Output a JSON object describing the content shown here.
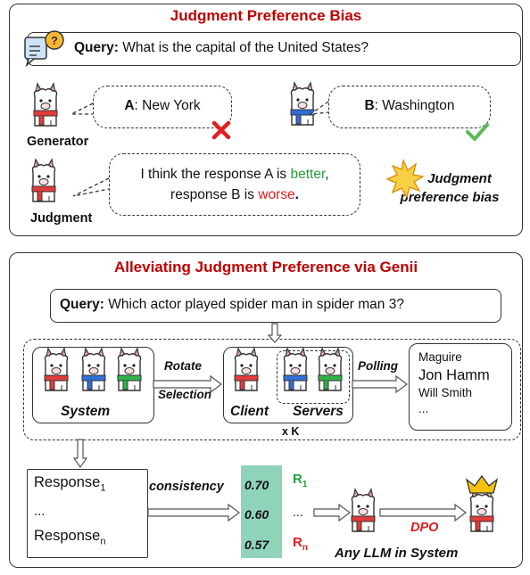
{
  "top": {
    "title": "Judgment Preference Bias",
    "query_label": "Query:",
    "query_text": " What is the capital of the United States?",
    "answer_a_label": "A",
    "answer_a_text": ": New York",
    "answer_b_label": "B",
    "answer_b_text": ": Washington",
    "generator_label": "Generator",
    "judgment_label": "Judgment",
    "judge_line1_prefix": "I think the response A is ",
    "judge_line1_word": "better",
    "judge_line1_suffix": ",",
    "judge_line2_prefix": "response B is ",
    "judge_line2_word": "worse",
    "judge_line2_suffix": ".",
    "bias_line1": "Judgment",
    "bias_line2": "preference bias"
  },
  "bottom": {
    "title": "Alleviating Judgment Preference via Genii",
    "query_label": "Query:",
    "query_text": " Which actor played spider man in spider man 3?",
    "system_label": "System",
    "rotate_label": "Rotate",
    "selection_label": "Selection",
    "client_label": "Client",
    "servers_label": "Servers",
    "polling_label": "Polling",
    "times_k": "x K",
    "candidates": [
      "Maguire",
      "Jon Hamm",
      "Will Smith",
      "..."
    ],
    "response_1": "Response",
    "response_1_sub": "1",
    "response_dots": "...",
    "response_n": "Response",
    "response_n_sub": "n",
    "consistency_label": "consistency",
    "scores": [
      "0.70",
      "0.60",
      "0.57"
    ],
    "r1": "R",
    "r1_sub": "1",
    "r_dots": "...",
    "rn": "R",
    "rn_sub": "n",
    "dpo_label": "DPO",
    "any_llm_label": "Any LLM in System"
  },
  "colors": {
    "title_red": "#c00000",
    "scarf_red": "#e23b3b",
    "scarf_blue": "#2f6fd6",
    "scarf_green": "#2fb34a",
    "good_green": "#22a13a",
    "bad_red": "#e02020",
    "score_teal": "#8fd4b8",
    "crown_gold": "#f4c20d"
  }
}
